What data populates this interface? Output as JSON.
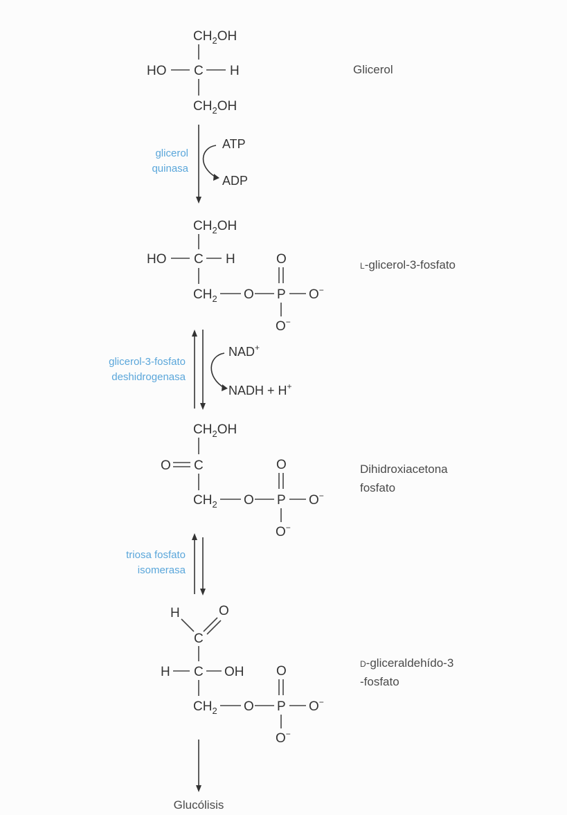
{
  "molecules": {
    "glicerol": {
      "name": "Glicerol",
      "top": "CH2OH",
      "mid_left": "HO",
      "mid_center": "C",
      "mid_right": "H",
      "bottom": "CH2OH"
    },
    "glicerol3p": {
      "name": "L-glicerol-3-fosfato",
      "name_prefix": "L",
      "name_rest": "-glicerol-3-fosfato",
      "top": "CH2OH",
      "mid_left": "HO",
      "mid_center": "C",
      "mid_right": "H",
      "bottom": "CH2",
      "o_link": "O",
      "p": "P",
      "o_top": "O",
      "o_right": "O−",
      "o_bottom": "O−"
    },
    "dhap": {
      "name_line1": "Dihidroxiacetona",
      "name_line2": "fosfato",
      "top": "CH2OH",
      "mid_left": "O",
      "mid_center": "C",
      "bottom": "CH2",
      "o_link": "O",
      "p": "P",
      "o_top": "O",
      "o_right": "O−",
      "o_bottom": "O−"
    },
    "gap": {
      "name_line1": "D-gliceraldehído-3",
      "name_line1_prefix": "D",
      "name_line1_rest": "-gliceraldehído-3",
      "name_line2": "-fosfato",
      "aldehyde_h": "H",
      "aldehyde_o": "O",
      "aldehyde_c": "C",
      "mid_left": "H",
      "mid_center": "C",
      "mid_right": "OH",
      "bottom": "CH2",
      "o_link": "O",
      "p": "P",
      "o_top": "O",
      "o_right": "O−",
      "o_bottom": "O−"
    }
  },
  "reactions": [
    {
      "enzyme_line1": "glicerol",
      "enzyme_line2": "quinasa",
      "cofactor_in": "ATP",
      "cofactor_out": "ADP",
      "reversible": false
    },
    {
      "enzyme_line1": "glicerol-3-fosfato",
      "enzyme_line2": "deshidrogenasa",
      "cofactor_in": "NAD+",
      "cofactor_out": "NADH + H+",
      "reversible": true
    },
    {
      "enzyme_line1": "triosa fosfato",
      "enzyme_line2": "isomerasa",
      "reversible": true
    }
  ],
  "final_product": "Glucólisis",
  "colors": {
    "enzyme": "#5aa6da",
    "text": "#333333",
    "label": "#4a4a4a"
  }
}
